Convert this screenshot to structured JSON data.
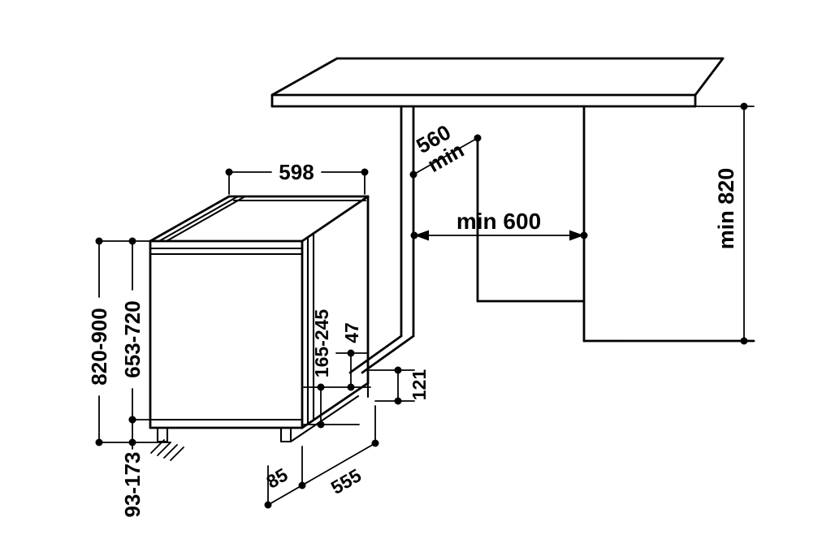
{
  "diagram": {
    "kind": "appliance-installation-drawing",
    "background": "#ffffff",
    "line_color": "#000000",
    "labels": {
      "top_width": "598",
      "niche_depth_value": "560",
      "niche_depth_qualifier": "min",
      "niche_width": "min 600",
      "niche_height": "min 820",
      "appliance_height": "820-900",
      "door_panel_height": "653-720",
      "plinth_height": "93-173",
      "door_panel_bottom": "165-245",
      "gap_47": "47",
      "clearance_121": "121",
      "offset_85": "85",
      "appliance_depth": "555"
    }
  }
}
